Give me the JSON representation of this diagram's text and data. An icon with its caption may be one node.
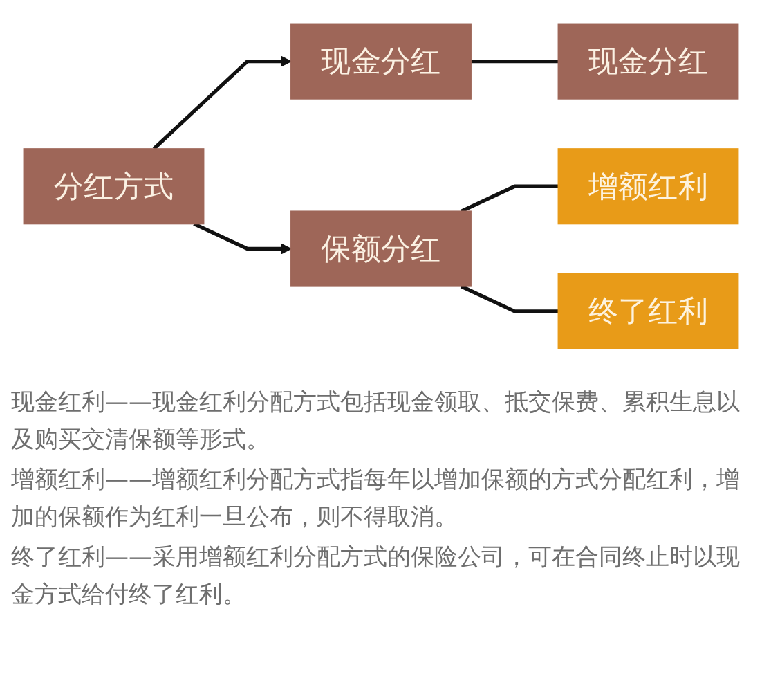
{
  "diagram": {
    "nodes": [
      {
        "text": [
          "分红方式"
        ]
      },
      {
        "text": [
          "现金分红"
        ]
      },
      {
        "text": [
          "现金分红"
        ]
      },
      {
        "text": [
          "保额分红"
        ]
      },
      {
        "text": [
          "增额红利"
        ]
      },
      {
        "text": [
          "终了红利"
        ]
      }
    ],
    "edges": [
      {
        "from": 0,
        "to": 1,
        "arrow": "to"
      },
      {
        "from": 0,
        "to": 3,
        "arrow": "to"
      },
      {
        "from": 1,
        "to": 2,
        "arrow": "none"
      },
      {
        "from": 3,
        "to": 4,
        "arrow": "none"
      },
      {
        "from": 3,
        "to": 5,
        "arrow": "none"
      }
    ],
    "labels": [
      "现金红利——现金红利分配方式包括现金领取、抵交保费、累积生息以及购买交清保额等形式。",
      "增额红利——增额红利分配方式指每年以增加保额的方式分配红利，增加的保额作为红利一旦公布，则不得取消。",
      "终了红利——采用增额红利分配方式的保险公司，可在合同终止时以现金方式给付终了红利。"
    ]
  }
}
